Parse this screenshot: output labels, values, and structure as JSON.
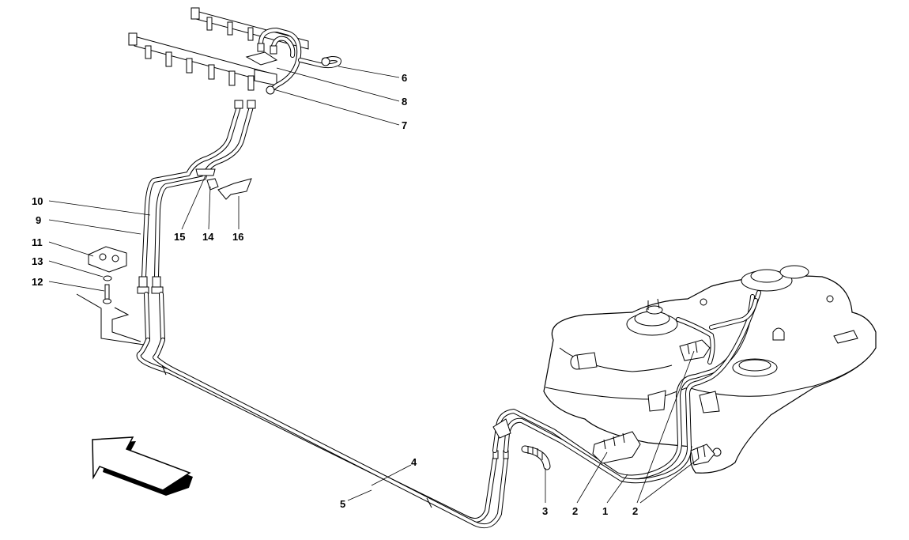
{
  "callouts": [
    {
      "id": "c6",
      "label": "6"
    },
    {
      "id": "c8",
      "label": "8"
    },
    {
      "id": "c7",
      "label": "7"
    },
    {
      "id": "c10",
      "label": "10"
    },
    {
      "id": "c9",
      "label": "9"
    },
    {
      "id": "c15",
      "label": "15"
    },
    {
      "id": "c14",
      "label": "14"
    },
    {
      "id": "c16",
      "label": "16"
    },
    {
      "id": "c11",
      "label": "11"
    },
    {
      "id": "c13",
      "label": "13"
    },
    {
      "id": "c12",
      "label": "12"
    },
    {
      "id": "c4",
      "label": "4"
    },
    {
      "id": "c5",
      "label": "5"
    },
    {
      "id": "c3",
      "label": "3"
    },
    {
      "id": "c2a",
      "label": "2"
    },
    {
      "id": "c1",
      "label": "1"
    },
    {
      "id": "c2b",
      "label": "2"
    }
  ],
  "icons": {
    "direction_arrow": "front-direction-arrow-icon"
  }
}
